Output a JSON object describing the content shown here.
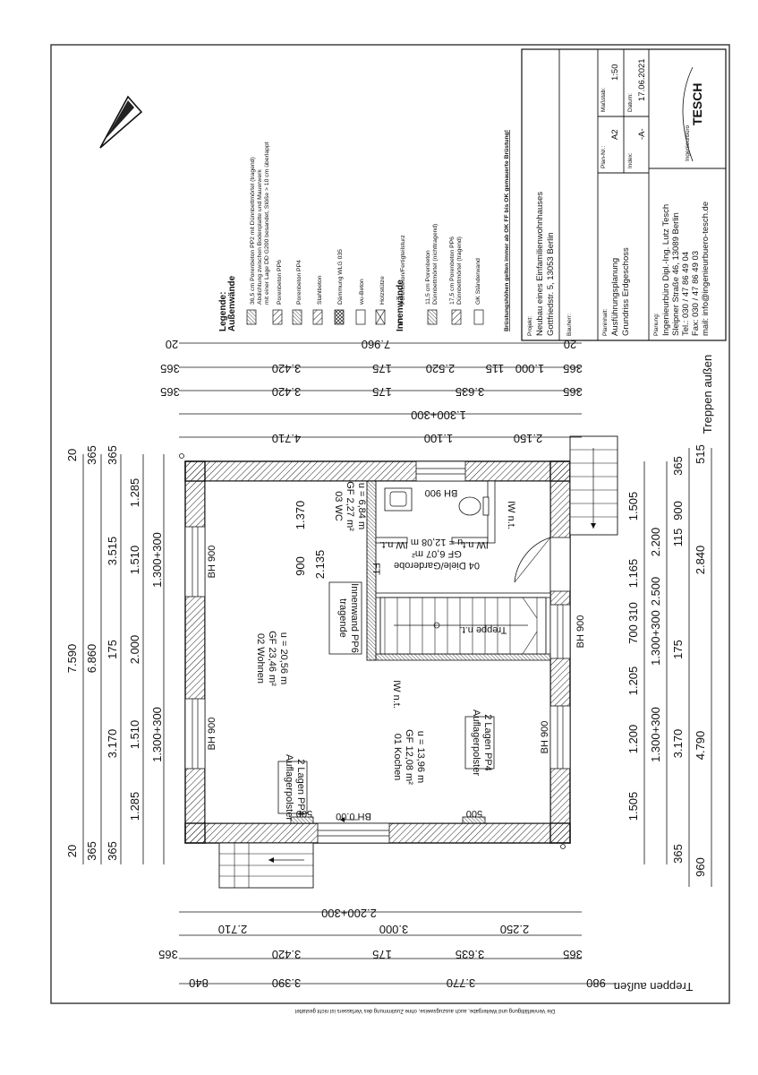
{
  "plan": {
    "rooms": {
      "wohnen": {
        "name": "02 Wohnen",
        "gf": "GF 23,46 m²",
        "u": "u = 20,56 m"
      },
      "kochen": {
        "name": "01 Kochen",
        "gf": "GF 12,08 m²",
        "u": "u = 13,96 m"
      },
      "wc": {
        "name": "03 WC",
        "gf": "GF 2,27 m²",
        "u": "u = 6,84 m"
      },
      "diele": {
        "name": "04 Diele/Garderobe",
        "gf": "GF 6,07 m²",
        "u": "u = 12,08 m"
      }
    },
    "labels": {
      "auflager_1": "Auflagerpolster",
      "auflager_2": "2 Lagen PP4",
      "tragende_1": "tragende",
      "tragende_2": "Innenwand PP6",
      "treppe": "Treppe n.t.",
      "bh900": "BH 900",
      "bh000": "BH 0.00",
      "iw_nt": "IW n.t.",
      "ft": "FT",
      "n500": "500",
      "treppen_aussen": "Treppen außen"
    },
    "dims_top": {
      "row1": [
        "20",
        "365",
        "365"
      ],
      "row2": [
        "7.590",
        "6.860",
        "3.170",
        "175",
        "3.515"
      ],
      "row3": [
        "1.285",
        "1.510",
        "2.000",
        "1.510",
        "1.285"
      ],
      "row4": [
        "1.300+300",
        "1.300+300"
      ],
      "wc": [
        "900",
        "1.370",
        "2.135"
      ]
    },
    "dims_bottom": {
      "row1": [
        "1.505",
        "1.200",
        "1.205",
        "700",
        "310",
        "1.165",
        "1.505"
      ],
      "row2": [
        "1.300+300",
        "1.300+300",
        "2.500",
        "2.200"
      ],
      "row3": [
        "365",
        "3.170",
        "175",
        "115",
        "900",
        "365"
      ],
      "row4": [
        "960",
        "4.790",
        "2.840",
        "515"
      ]
    },
    "dims_right": {
      "r1": [
        "20",
        "7.960",
        "20"
      ],
      "r2": [
        "365",
        "3.420",
        "175",
        "2.520",
        "115",
        "1.000",
        "365"
      ],
      "r3": [
        "365",
        "3.420",
        "175",
        "3.635",
        "365"
      ],
      "r4": [
        "1.300+300"
      ],
      "r5": [
        "4.710",
        "1.100",
        "2.150"
      ]
    },
    "dims_left": {
      "l1": [
        "2.200+300"
      ],
      "l2": [
        "2.710",
        "3.000",
        "2.250"
      ],
      "l3": [
        "365",
        "3.420",
        "175",
        "3.635",
        "365"
      ],
      "l4": [
        "840",
        "3.390",
        "3.770",
        "980"
      ]
    }
  },
  "legend": {
    "title": "Legende:",
    "outer_title": "Außenwände",
    "outer": [
      "36,5 cm Porenbeton PP2 mit Dünnbettmörtel (tragend)",
      "Abdichtung zwischen Bodenplatte und Mauerwerk",
      "mit einer Lage DD G200 besandet, Stöße > 10 cm überlappt",
      "Porenbeton PP6",
      "Porenbeton PP4",
      "Stahlbeton",
      "Dämmung WLG 035",
      "wu-Beton",
      "Holzstütze",
      "Porenbeton/Fertigteilsturz"
    ],
    "ft": "FT",
    "inner_title": "Innenwände",
    "inner": [
      "11,5 cm Porenbeton",
      "Dünnbettmörtel (nichttragend)",
      "17,5 cm Porenbeton PP6",
      "Dünnbettmörtel (tragend)",
      "GK Ständerwand"
    ],
    "note": "Brüstungshöhen gelten immer ab OK FF bis OK gemauerte Brüstung!"
  },
  "title_block": {
    "projekt_label": "Projekt:",
    "projekt_1": "Neubau eines Einfamilienwohnhauses",
    "projekt_2": "Gottfriedstr. 5, 13053 Berlin",
    "bauherr_label": "Bauherr:",
    "planinhalt_label": "Planinhalt:",
    "planinhalt_1": "Ausführungsplanung",
    "planinhalt_2": "Grundriss Erdgeschoss",
    "plan_nr_label": "Plan-Nr.:",
    "plan_nr": "A2",
    "massstab_label": "Maßstab:",
    "massstab": "1:50",
    "index_label": "Index:",
    "index": "-A-",
    "datum_label": "Datum:",
    "datum": "17.06.2021",
    "planung_label": "Planung:",
    "planung": [
      "Ingenieurbüro Dipl.-Ing. Lutz Tesch",
      "Sleipner Straße 46, 13089 Berlin",
      "Tel.: 030 / 47 86 49 04",
      "Fax: 030 / 47 86 49 03",
      "mail: info@ingenieurbuero-tesch.de"
    ],
    "logo_small": "Ingenieurbüro",
    "logo_big": "TESCH"
  },
  "footer": "Die Vervielfältigung und Weitergabe, auch auszugsweise, ohne Zustimmung des Verfassers ist nicht gestattet"
}
